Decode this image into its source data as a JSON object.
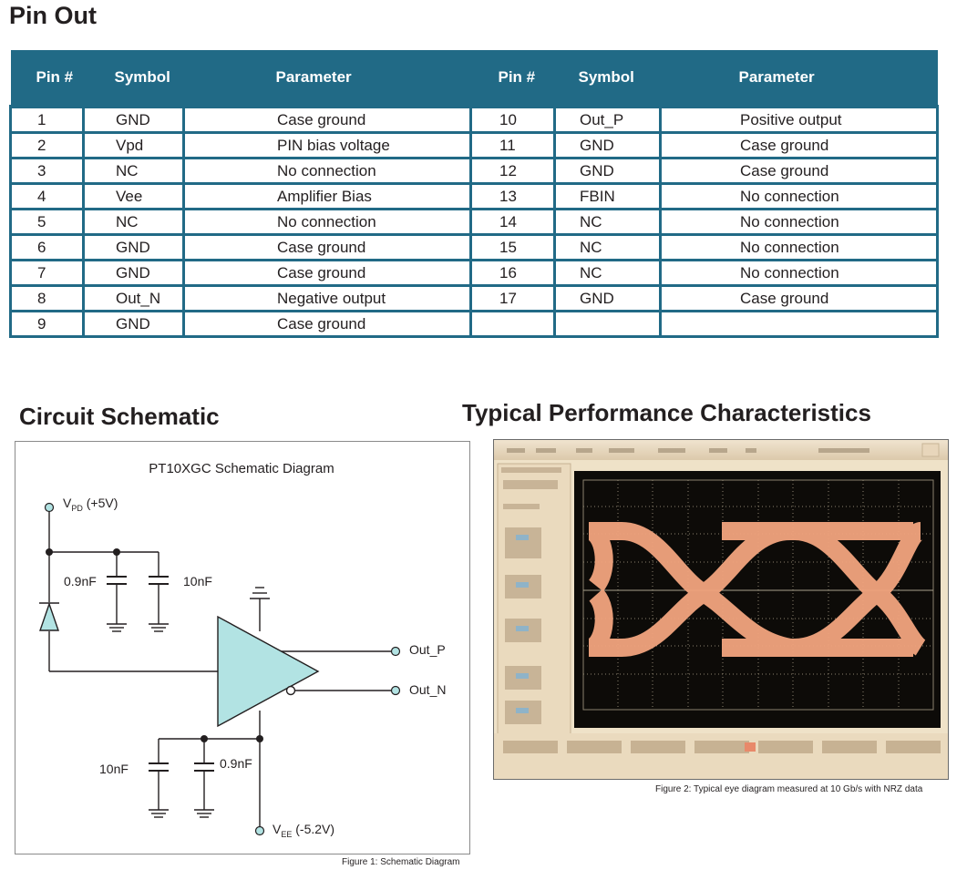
{
  "pin_out": {
    "title": "Pin Out",
    "headers": [
      "Pin #",
      "Symbol",
      "Parameter",
      "Pin #",
      "Symbol",
      "Parameter"
    ],
    "rows": [
      [
        "1",
        "GND",
        "Case ground",
        "10",
        "Out_P",
        "Positive output"
      ],
      [
        "2",
        "Vpd",
        "PIN bias voltage",
        "11",
        "GND",
        "Case ground"
      ],
      [
        "3",
        "NC",
        "No connection",
        "12",
        "GND",
        "Case ground"
      ],
      [
        "4",
        "Vee",
        "Amplifier Bias",
        "13",
        "FBIN",
        "No connection"
      ],
      [
        "5",
        "NC",
        "No connection",
        "14",
        "NC",
        "No connection"
      ],
      [
        "6",
        "GND",
        "Case ground",
        "15",
        "NC",
        "No connection"
      ],
      [
        "7",
        "GND",
        "Case ground",
        "16",
        "NC",
        "No connection"
      ],
      [
        "8",
        "Out_N",
        "Negative output",
        "17",
        "GND",
        "Case ground"
      ],
      [
        "9",
        "GND",
        "Case ground",
        "",
        "",
        ""
      ]
    ],
    "header_color": "#216a86"
  },
  "circuit": {
    "title": "Circuit Schematic",
    "diagram_title": "PT10XGC Schematic Diagram",
    "vpd_main": "V",
    "vpd_sub": "PD",
    "vpd_value": " (+5V)",
    "cap_top_left": "0.9nF",
    "cap_top_right": "10nF",
    "cap_bottom_left": "10nF",
    "cap_bottom_right": "0.9nF",
    "out_p": "Out_P",
    "out_n": "Out_N",
    "vee_main": "V",
    "vee_sub": "EE",
    "vee_value": " (-5.2V)",
    "caption": "Figure 1: Schematic Diagram",
    "amp_color": "#b2e3e3"
  },
  "performance": {
    "title": "Typical Performance Characteristics",
    "caption": "Figure 2: Typical eye diagram measured at 10 Gb/s with NRZ data",
    "eye_color": "#f2a47e"
  }
}
